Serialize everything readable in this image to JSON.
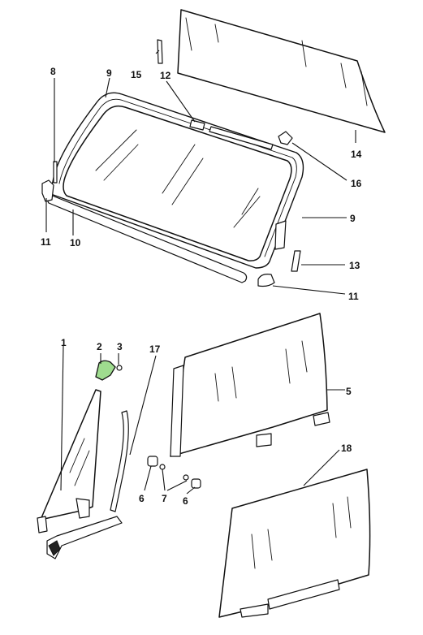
{
  "callouts": [
    {
      "id": "c8",
      "text": "8"
    },
    {
      "id": "c9a",
      "text": "9"
    },
    {
      "id": "c15",
      "text": "15"
    },
    {
      "id": "c12",
      "text": "12"
    },
    {
      "id": "c14",
      "text": "14"
    },
    {
      "id": "c16",
      "text": "16"
    },
    {
      "id": "c9b",
      "text": "9"
    },
    {
      "id": "c11a",
      "text": "11"
    },
    {
      "id": "c10",
      "text": "10"
    },
    {
      "id": "c13",
      "text": "13"
    },
    {
      "id": "c11b",
      "text": "11"
    },
    {
      "id": "c1",
      "text": "1"
    },
    {
      "id": "c2",
      "text": "2"
    },
    {
      "id": "c3",
      "text": "3"
    },
    {
      "id": "c17",
      "text": "17"
    },
    {
      "id": "c5",
      "text": "5"
    },
    {
      "id": "c18",
      "text": "18"
    },
    {
      "id": "c6a",
      "text": "6"
    },
    {
      "id": "c7",
      "text": "7"
    },
    {
      "id": "c6b",
      "text": "6"
    }
  ],
  "highlight_color": "#9fdc8f",
  "line_color": "#111111"
}
